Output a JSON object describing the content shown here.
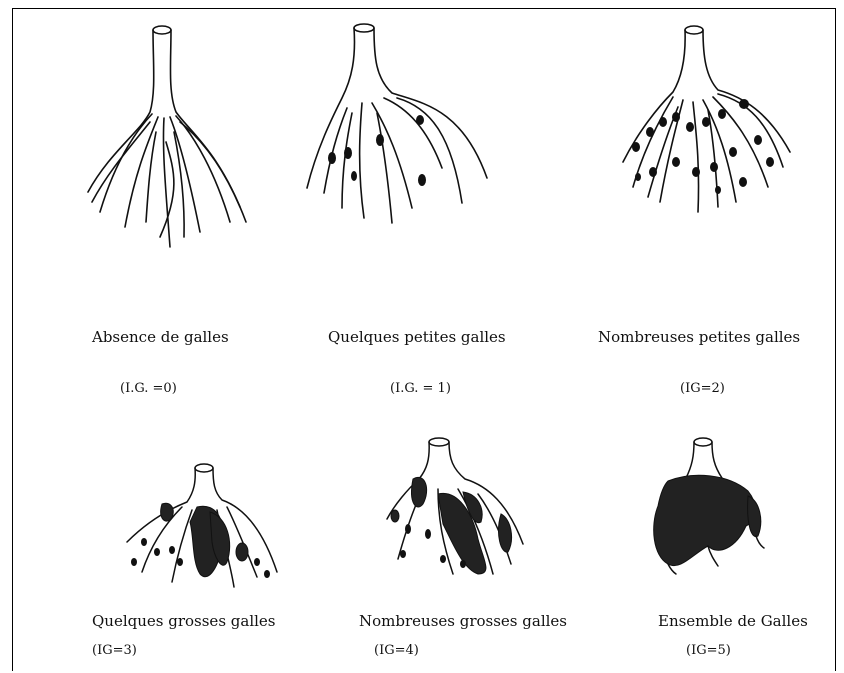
{
  "panels": [
    {
      "caption": "Absence de galles",
      "index": "(I.G. =0)"
    },
    {
      "caption": "Quelques petites galles",
      "index": "(I.G. = 1)"
    },
    {
      "caption": "Nombreuses petites galles",
      "index": "(IG=2)"
    },
    {
      "caption": "Quelques grosses galles",
      "index": "(IG=3)"
    },
    {
      "caption": "Nombreuses grosses galles",
      "index": "(IG=4)"
    },
    {
      "caption": "Ensemble de Galles",
      "index": "(IG=5)"
    }
  ],
  "colors": {
    "ink": "#111111",
    "background": "#ffffff"
  }
}
